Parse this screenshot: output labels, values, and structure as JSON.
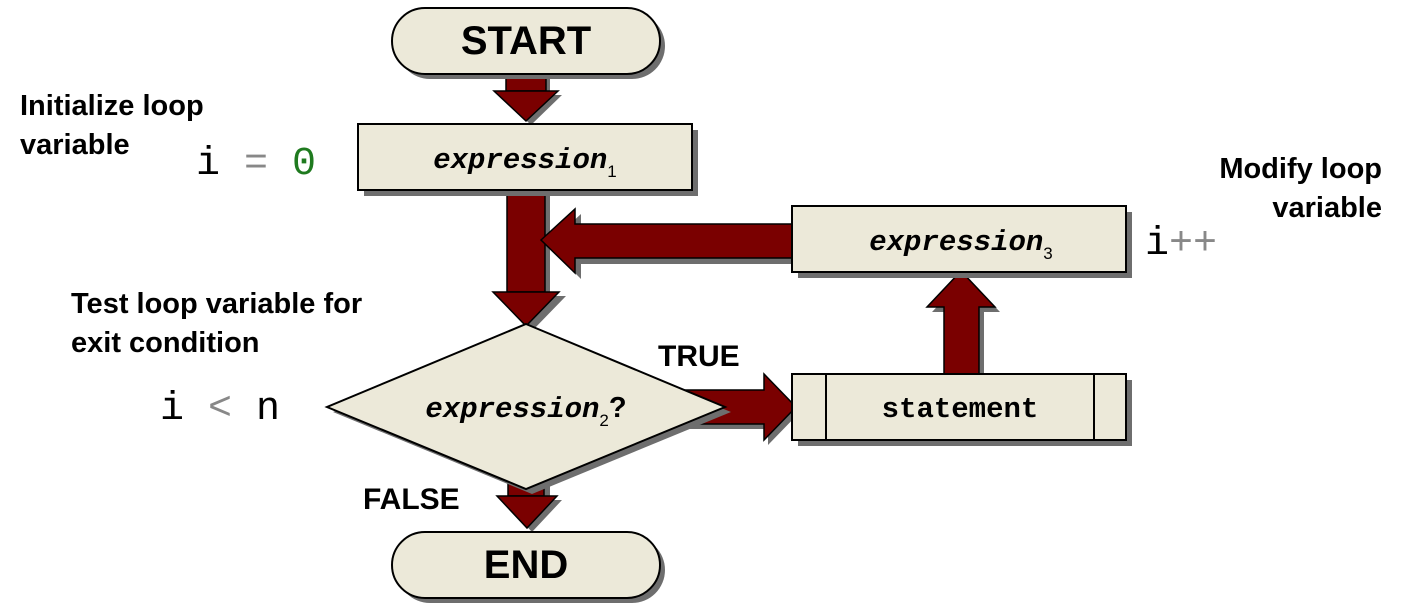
{
  "colors": {
    "arrow": "#7a0000",
    "box_fill": "#ece9d9",
    "shadow": "#6e6e6e",
    "keyword_gray": "#888888",
    "zero_green": "#1f7a1f"
  },
  "nodes": {
    "start": "START",
    "end": "END",
    "expr1": {
      "base": "expression",
      "sub": "1"
    },
    "expr2": {
      "base": "expression",
      "sub": "2",
      "suffix": "?"
    },
    "expr3": {
      "base": "expression",
      "sub": "3"
    },
    "statement": "statement"
  },
  "edges": {
    "true_label": "TRUE",
    "false_label": "FALSE"
  },
  "annotations": {
    "init": {
      "line1": "Initialize loop",
      "line2": "variable"
    },
    "test": {
      "line1": "Test loop variable for",
      "line2": "exit condition"
    },
    "modify": {
      "line1": "Modify loop",
      "line2": "variable"
    }
  },
  "code": {
    "init": {
      "var": "i",
      "op": "=",
      "val": "0"
    },
    "test": {
      "var": "i",
      "op": "<",
      "val": "n"
    },
    "modify": {
      "var": "i",
      "op": "++"
    }
  }
}
